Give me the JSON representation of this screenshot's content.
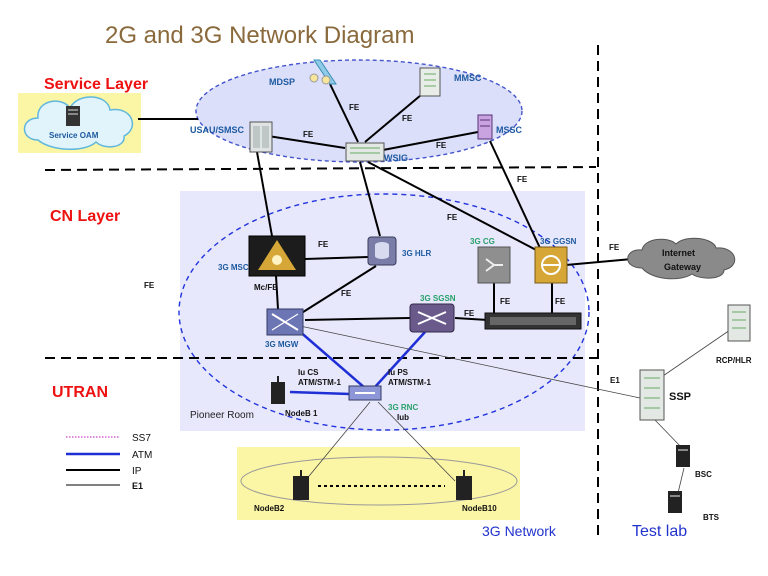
{
  "title": "2G and 3G Network Diagram",
  "layers": {
    "service": "Service Layer",
    "cn": "CN Layer",
    "utran": "UTRAN"
  },
  "regions": {
    "pioneer_room": "Pioneer Room",
    "network_3g": "3G Network",
    "test_lab": "Test lab"
  },
  "nodes": {
    "mdsp": "MDSP",
    "mmsc": "MMSC",
    "usau_smsc": "USAU/SMSC",
    "wsig": "WSIG",
    "mssc": "MSSC",
    "service_oam": "Service  OAM",
    "msc": "3G MSC",
    "hlr": "3G HLR",
    "cg": "3G CG",
    "ggsn": "3G GGSN",
    "internet_1": "Internet",
    "internet_2": "Gateway",
    "mcfe": "Mc/FE",
    "mgw": "3G MGW",
    "sgsn": "3G SGSN",
    "rnc": "3G RNC",
    "nodeb1": "NodeB 1",
    "nodeb2": "NodeB2",
    "nodeb10": "NodeB10",
    "rcp_hlr": "RCP/HLR",
    "ssp": "SSP",
    "bsc": "BSC",
    "bts": "BTS"
  },
  "link_labels": {
    "fe_mdsp": "FE",
    "fe_mmsc": "FE",
    "fe_usau": "FE",
    "fe_mssc": "FE",
    "fe_ggsn_up": "FE",
    "fe_mid": "FE",
    "fe_msc_hlr": "FE",
    "fe_internet": "FE",
    "fe_left": "FE",
    "fe_mgw": "FE",
    "fe_cg": "FE",
    "fe_ggsn_down": "FE",
    "fe_sgsn": "FE",
    "iucs_1": "Iu CS",
    "iucs_2": "ATM/STM-1",
    "iups_1": "Iu PS",
    "iups_2": "ATM/STM-1",
    "iub": "Iub",
    "e1": "E1"
  },
  "legend": [
    {
      "label": "SS7",
      "color": "#cc44cc",
      "style": "dotted"
    },
    {
      "label": "ATM",
      "color": "#1f2fd6",
      "style": "thick"
    },
    {
      "label": "IP",
      "color": "#000000",
      "style": "solid"
    },
    {
      "label": "E1",
      "color": "#000000",
      "style": "thin"
    }
  ],
  "colors": {
    "layer_title": "#ee1111",
    "title": "#8a6a3c",
    "region_text": "#2233cc",
    "node_label": "#1e5aa0",
    "pioneer_bg": "#e7e8fb",
    "utran_yellow": "#fbf5a6",
    "service_ellipse": "#dcdffa"
  }
}
